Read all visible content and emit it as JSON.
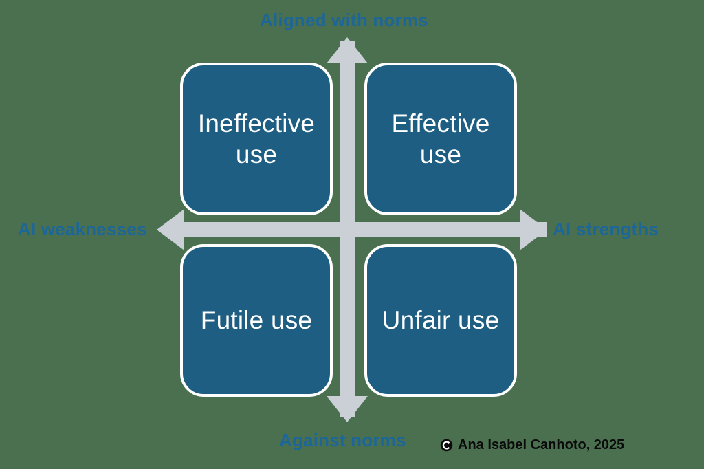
{
  "diagram": {
    "type": "2x2-matrix",
    "background_color": "#4a7050",
    "box_fill_color": "#1d5e82",
    "box_border_color": "#ffffff",
    "box_text_color": "#ffffff",
    "axis_arrow_color": "#cbcfd6",
    "axis_label_color": "#1d6698",
    "axes": {
      "vertical": {
        "top_label": "Aligned with norms",
        "bottom_label": "Against norms"
      },
      "horizontal": {
        "left_label": "AI weaknesses",
        "right_label": "AI strengths"
      }
    },
    "quadrants": [
      {
        "id": "ineffective",
        "label": "Ineffective\nuse",
        "position": "top-left"
      },
      {
        "id": "effective",
        "label": "Effective\nuse",
        "position": "top-right"
      },
      {
        "id": "futile",
        "label": "Futile use",
        "position": "bottom-left"
      },
      {
        "id": "unfair",
        "label": "Unfair use",
        "position": "bottom-right"
      }
    ]
  },
  "credit": {
    "symbol_name": "copyright-icon",
    "text": "Ana Isabel Canhoto, 2025"
  }
}
